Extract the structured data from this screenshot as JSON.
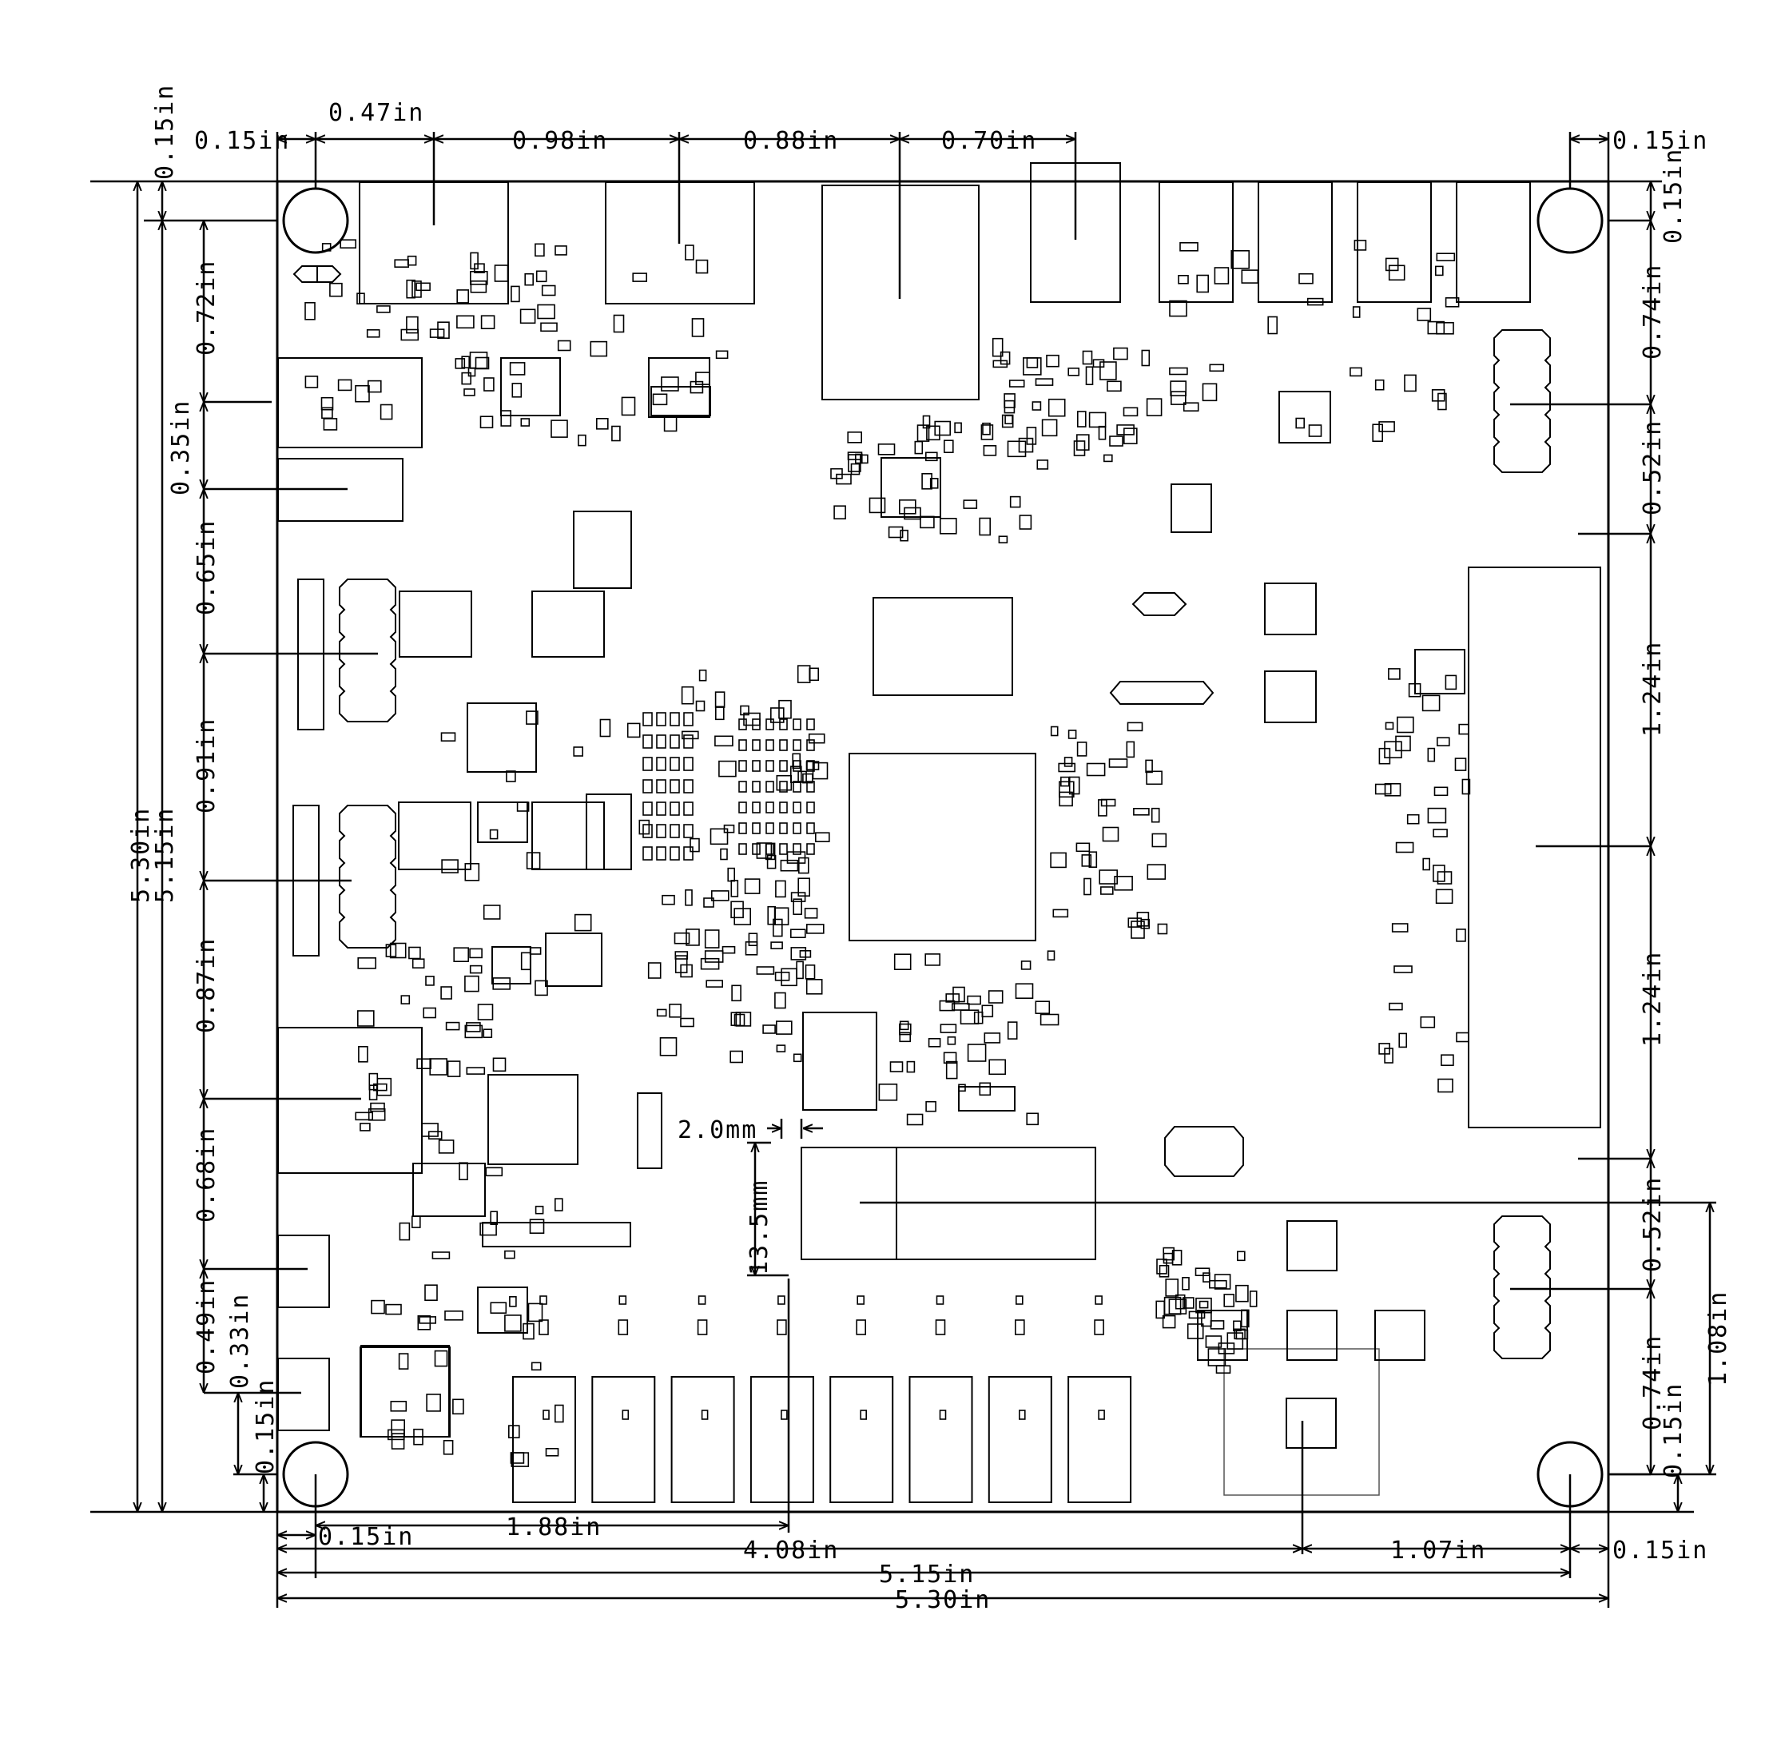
{
  "drawing": {
    "horizontal_dimensions": {
      "top_left_margin": "0.15in",
      "top_offset_1": "0.47in",
      "top_gap_1": "0.98in",
      "top_gap_2": "0.88in",
      "top_gap_3": "0.70in",
      "top_right_margin": "0.15in",
      "bottom_left_margin": "0.15in",
      "bottom_offset": "1.88in",
      "bottom_connector": "4.08in",
      "bottom_right_gap": "1.07in",
      "bottom_right_margin": "0.15in",
      "hole_span": "5.15in",
      "board_width": "5.30in"
    },
    "left_dimensions": {
      "top_margin": "0.15in",
      "board_height": "5.30in",
      "hole_span": "5.15in",
      "seg_1": "0.72in",
      "seg_2": "0.35in",
      "seg_3": "0.65in",
      "seg_4": "0.91in",
      "seg_5": "0.87in",
      "seg_6": "0.68in",
      "seg_7": "0.49in",
      "seg_8": "0.33in",
      "bottom_margin": "0.15in"
    },
    "right_dimensions": {
      "top_margin": "0.15in",
      "seg_1": "0.74in",
      "seg_2": "0.52in",
      "seg_3": "1.24in",
      "seg_4": "1.24in",
      "seg_5": "0.52in",
      "seg_6": "0.74in",
      "bottom_margin": "0.15in",
      "side_span": "1.08in"
    },
    "mm_dimensions": {
      "gap": "2.0mm",
      "height": "13.5mm"
    }
  }
}
